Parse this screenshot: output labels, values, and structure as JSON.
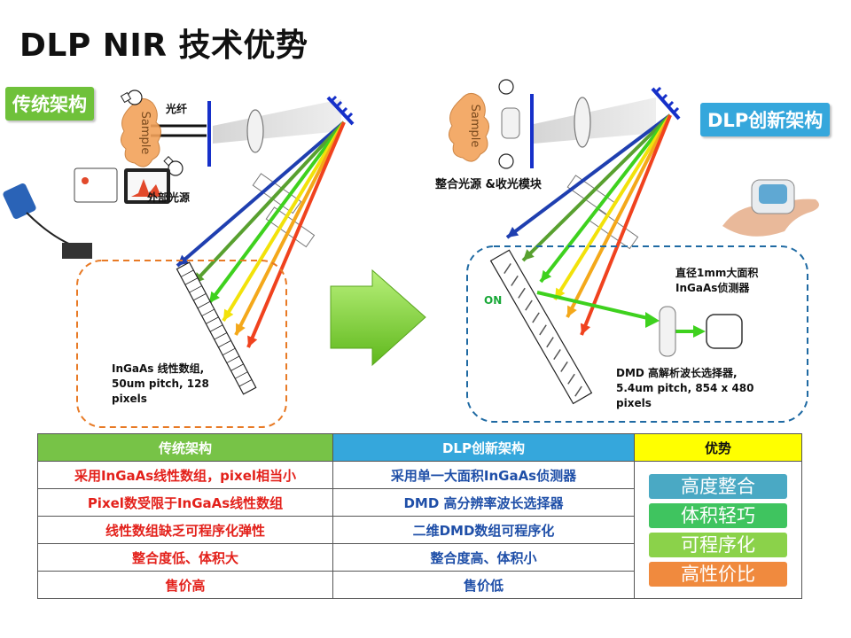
{
  "title": "DLP NIR 技术优势",
  "badges": {
    "left": "传统架构",
    "right": "DLP创新架构"
  },
  "left_diagram": {
    "sample": "Sample",
    "fiber": "光纤",
    "light_source": "外部光源",
    "array_line1": "InGaAs 线性数组,",
    "array_line2": "50um pitch, 128",
    "array_line3": "pixels"
  },
  "right_diagram": {
    "sample": "Sample",
    "module": "整合光源 &收光模块",
    "on": "ON",
    "detector_line1": "直径1mm大面积",
    "detector_line2": "InGaAs侦测器",
    "dmd_line1": "DMD 高解析波长选择器,",
    "dmd_line2": "5.4um pitch, 854 x 480",
    "dmd_line3": "pixels"
  },
  "table": {
    "headers": [
      "传统架构",
      "DLP创新架构",
      "优势"
    ],
    "rows": [
      [
        "采用InGaAs线性数组，pixel相当小",
        "采用单一大面积InGaAs侦测器"
      ],
      [
        "Pixel数受限于InGaAs线性数组",
        "DMD 高分辨率波长选择器"
      ],
      [
        "线性数组缺乏可程序化弹性",
        "二维DMD数组可程序化"
      ],
      [
        "整合度低、体积大",
        "整合度高、体积小"
      ],
      [
        "售价高",
        "售价低"
      ]
    ],
    "advantages": [
      {
        "label": "高度整合",
        "color": "#4aa9c4"
      },
      {
        "label": "体积轻巧",
        "color": "#3fc45f"
      },
      {
        "label": "可程序化",
        "color": "#8bd24a"
      },
      {
        "label": "高性价比",
        "color": "#f08a3e"
      }
    ]
  },
  "colors": {
    "rays": [
      "#1f3fb0",
      "#58a02f",
      "#3ed11e",
      "#f2e20a",
      "#f4a81a",
      "#f0421e"
    ],
    "green_arrow": "#7bd12e",
    "left_dashed": "#e87a25",
    "right_dashed": "#1f6aa3"
  }
}
